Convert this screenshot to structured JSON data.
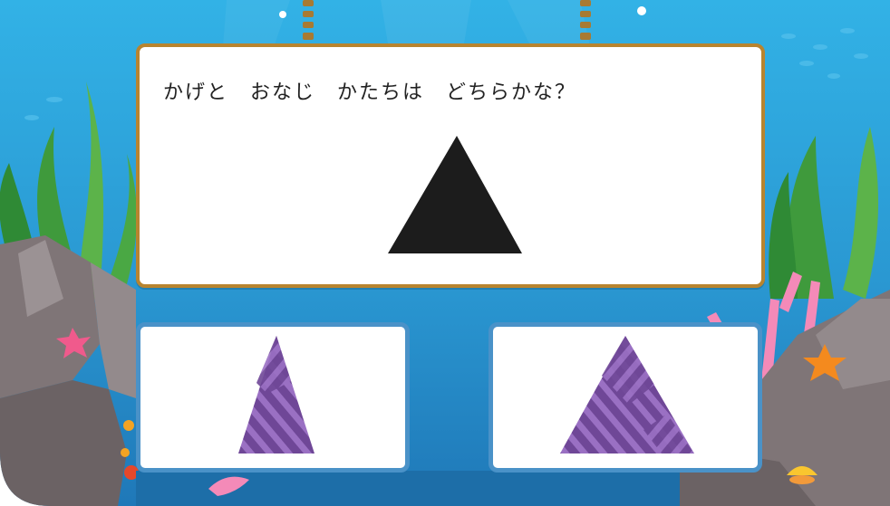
{
  "question": {
    "text": "かげと　おなじ　かたちは　どちらかな？",
    "shadow_shape": "equilateral-triangle"
  },
  "choices": [
    {
      "shape": "tall-narrow-triangle",
      "pattern": "purple-diagonal-stripes"
    },
    {
      "shape": "wide-triangle",
      "pattern": "purple-diagonal-stripes"
    }
  ],
  "colors": {
    "water": "#2a9fd8",
    "frame": "#b8842f",
    "card_border": "#4a92c8",
    "stripe_dark": "#6f4797",
    "stripe_light": "#9a70c3",
    "shadow": "#1c1c1c"
  }
}
